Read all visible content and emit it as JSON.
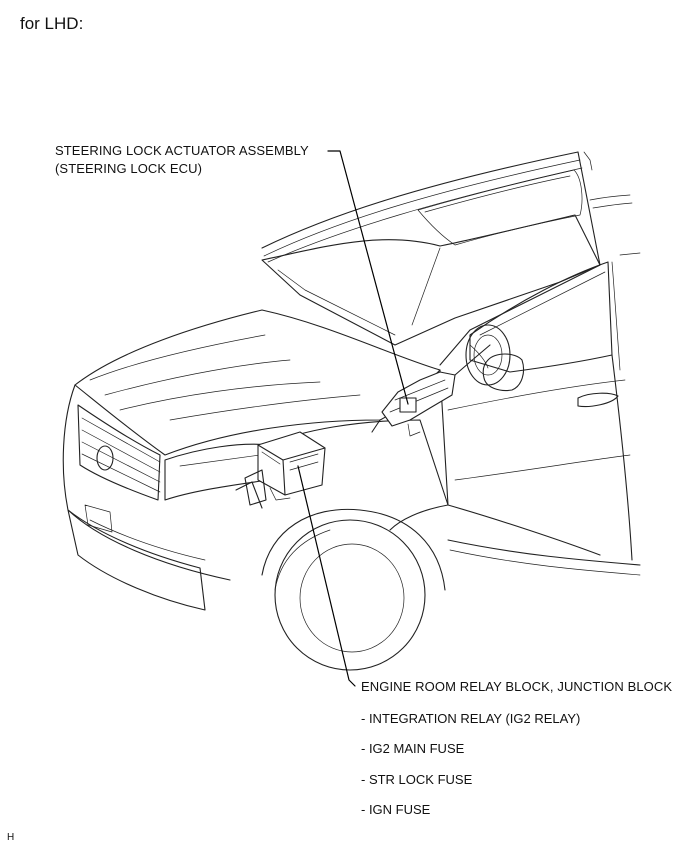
{
  "heading": "for LHD:",
  "callouts": {
    "steering_lock": {
      "line1": "STEERING LOCK ACTUATOR ASSEMBLY",
      "line2": "(STEERING LOCK ECU)"
    },
    "engine_room": {
      "title": "ENGINE ROOM RELAY BLOCK, JUNCTION BLOCK",
      "items": [
        "- INTEGRATION RELAY (IG2 RELAY)",
        "- IG2 MAIN FUSE",
        "- STR LOCK FUSE",
        "- IGN FUSE"
      ]
    }
  },
  "figure_code": "H"
}
